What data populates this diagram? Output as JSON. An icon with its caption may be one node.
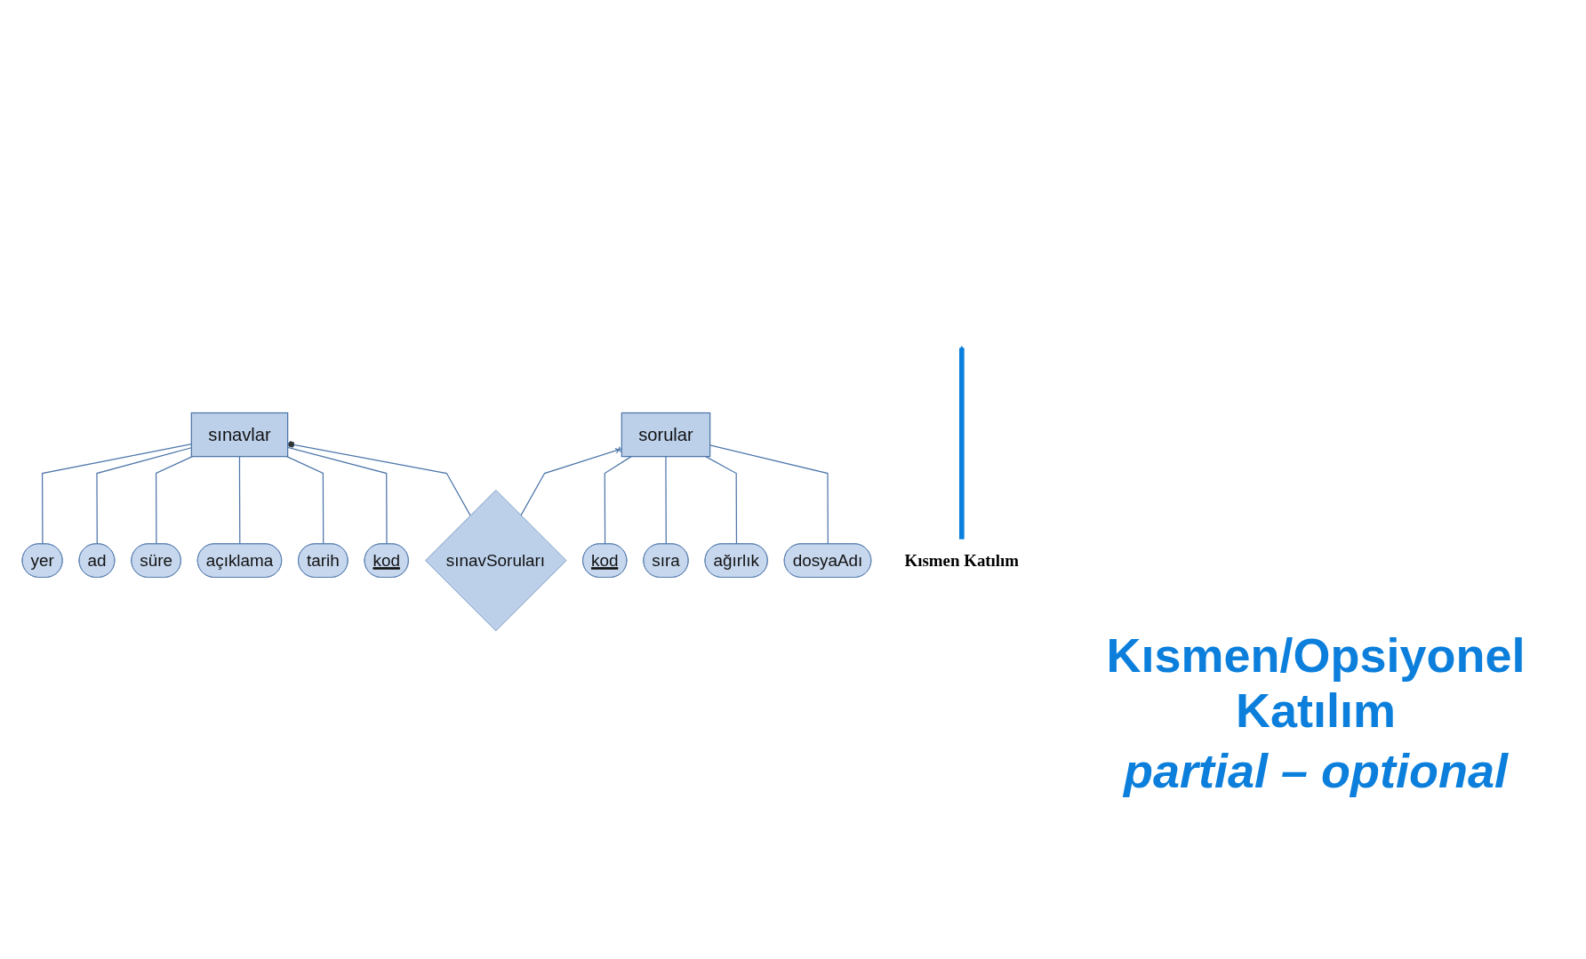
{
  "diagram": {
    "nodes": [
      {
        "text": [
          "yer"
        ]
      },
      {
        "text": [
          "ad"
        ]
      },
      {
        "text": [
          "Kısmen Katılım"
        ]
      },
      {
        "text": [
          "süre"
        ]
      },
      {
        "text": [
          "açıklama"
        ]
      },
      {
        "text": [
          "tarih"
        ]
      },
      {
        "text": [
          "kod"
        ]
      },
      {
        "text": [
          "sınavlar"
        ]
      },
      {
        "text": [
          "sınavSoruları"
        ]
      },
      {
        "text": [
          "kod"
        ]
      },
      {
        "text": [
          "sıra"
        ]
      },
      {
        "text": [
          "ağırlık"
        ]
      },
      {
        "text": [
          "sorular"
        ]
      },
      {
        "text": [
          "dosyaAdı"
        ]
      }
    ],
    "edges": [
      {
        "from": 0,
        "to": 7,
        "arrow": "none"
      },
      {
        "from": 1,
        "to": 7,
        "arrow": "none"
      },
      {
        "from": 3,
        "to": 7,
        "arrow": "none"
      },
      {
        "from": 4,
        "to": 7,
        "arrow": "none"
      },
      {
        "from": 5,
        "to": 7,
        "arrow": "none"
      },
      {
        "from": 6,
        "to": 7,
        "arrow": "none"
      },
      {
        "from": 8,
        "to": 7,
        "arrow": "other"
      },
      {
        "from": 8,
        "to": 12,
        "arrow": "other"
      },
      {
        "from": 9,
        "to": 12,
        "arrow": "none"
      },
      {
        "from": 10,
        "to": 12,
        "arrow": "none"
      },
      {
        "from": 11,
        "to": 12,
        "arrow": "none"
      },
      {
        "from": 13,
        "to": 12,
        "arrow": "none"
      },
      {
        "from": 2,
        "to": null,
        "arrow": "to",
        "style": "thick",
        "color": "#0b7fdb"
      }
    ],
    "labels": [
      "Kısmen/Opsiyonel Katılım",
      "partial – optional"
    ]
  }
}
